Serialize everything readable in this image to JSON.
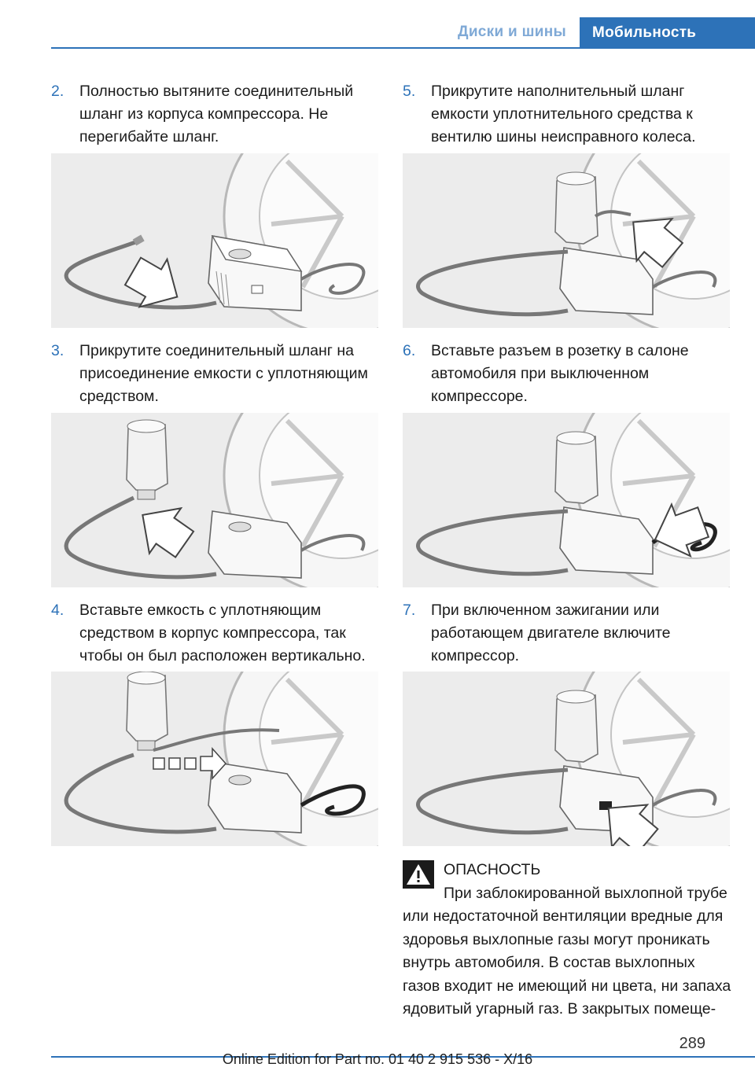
{
  "header": {
    "section": "Диски и шины",
    "chapter": "Мобильность"
  },
  "steps": [
    {
      "number": "2.",
      "text": "Полностью вытяните соединительный шланг из корпуса компрессора. Не перегибайте шланг."
    },
    {
      "number": "3.",
      "text": "Прикрутите соединительный шланг на присоединение емкости с уплотняющим средством."
    },
    {
      "number": "4.",
      "text": "Вставьте емкость с уплотняющим средством в корпус компрессора, так чтобы он был расположен вертикально."
    },
    {
      "number": "5.",
      "text": "Прикрутите наполнительный шланг емкости уплотнительного средства к вентилю шины неисправного колеса."
    },
    {
      "number": "6.",
      "text": "Вставьте разъем в розетку в салоне автомобиля при выключенном компрессоре."
    },
    {
      "number": "7.",
      "text": "При включенном зажигании или работающем двигателе включите компрессор."
    }
  ],
  "warning": {
    "title": "ОПАСНОСТЬ",
    "body": "При заблокированной выхлопной трубе или недостаточной вентиляции вредные для здоровья выхлопные газы могут проникать внутрь автомобиля. В состав выхлопных газов входит не имеющий ни цвета, ни запаха ядовитый угарный газ. В закрытых помеще-"
  },
  "page_number": "289",
  "footer": "Online Edition for Part no. 01 40 2 915 536 - X/16"
}
